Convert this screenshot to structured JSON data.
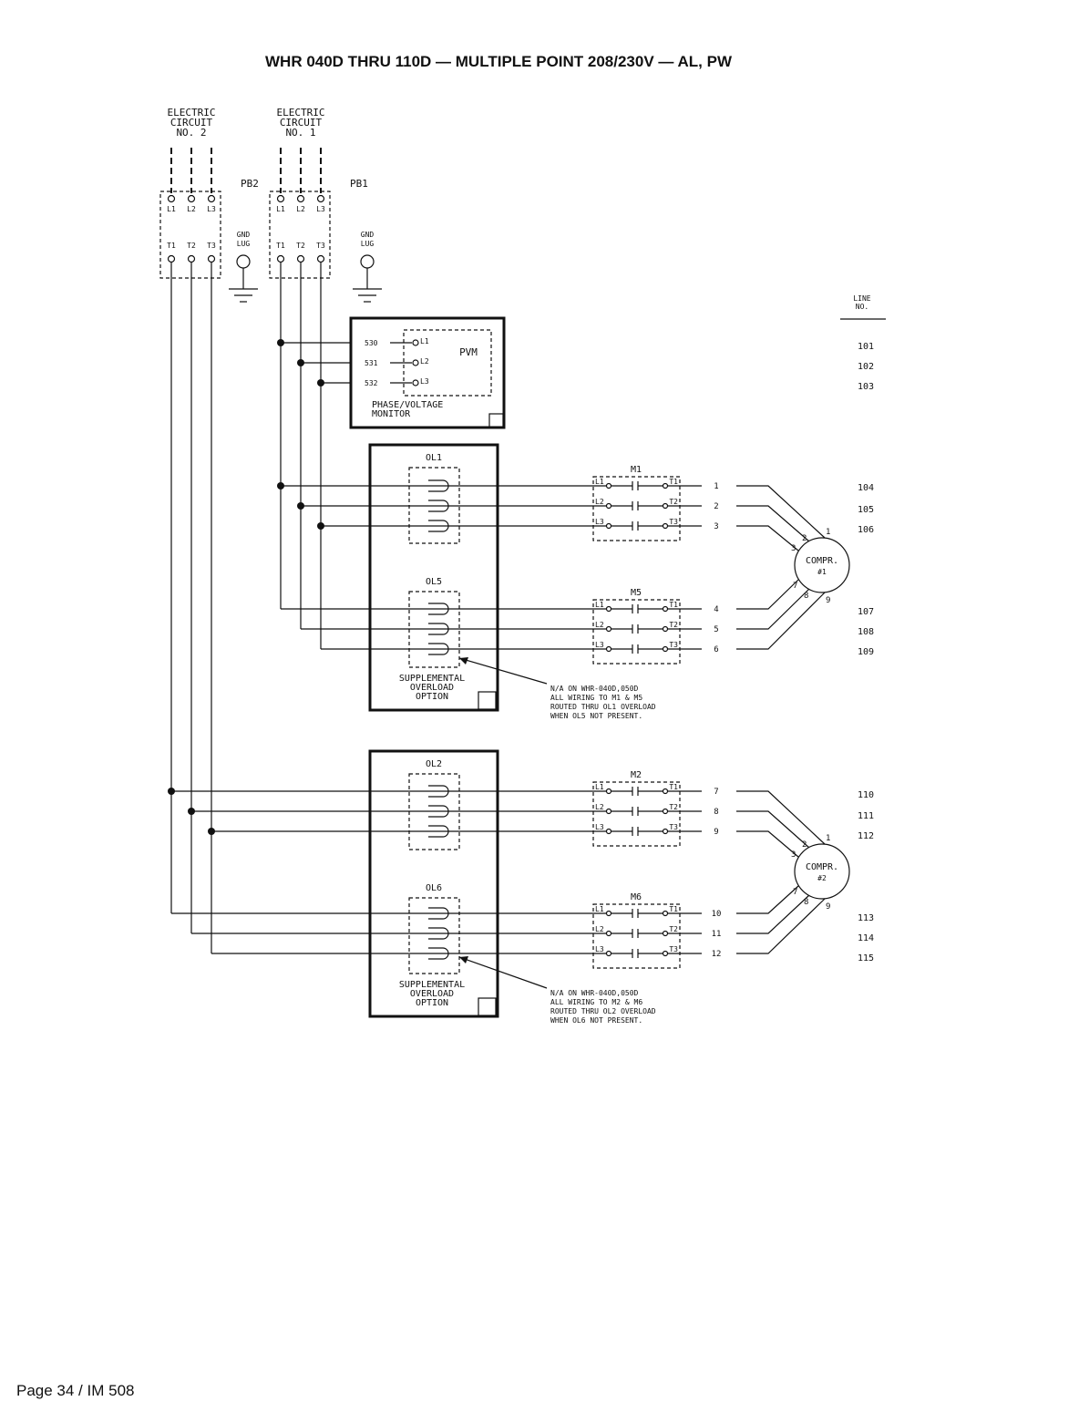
{
  "title": "WHR 040D THRU 110D — MULTIPLE POINT 208/230V — AL, PW",
  "footer": "Page 34 / IM 508",
  "circuits": [
    {
      "label_lines": [
        "ELECTRIC",
        "CIRCUIT",
        "NO. 2"
      ],
      "block": "PB2"
    },
    {
      "label_lines": [
        "ELECTRIC",
        "CIRCUIT",
        "NO. 1"
      ],
      "block": "PB1"
    }
  ],
  "terminals": {
    "line": [
      "L1",
      "L2",
      "L3"
    ],
    "load": [
      "T1",
      "T2",
      "T3"
    ]
  },
  "gnd_lug": [
    "GND",
    "LUG"
  ],
  "pvm": {
    "abbr": "PVM",
    "label_lines": [
      "PHASE/VOLTAGE",
      "MONITOR"
    ],
    "wires": [
      "530",
      "531",
      "532"
    ],
    "inputs": [
      "L1",
      "L2",
      "L3"
    ]
  },
  "overloads": {
    "top": {
      "primary": "OL1",
      "supplemental": "OL5"
    },
    "bottom": {
      "primary": "OL2",
      "supplemental": "OL6"
    },
    "option_lines": [
      "SUPPLEMENTAL",
      "OVERLOAD",
      "OPTION"
    ]
  },
  "contactors": [
    "M1",
    "M5",
    "M2",
    "M6"
  ],
  "wire_numbers": [
    "1",
    "2",
    "3",
    "4",
    "5",
    "6",
    "7",
    "8",
    "9",
    "10",
    "11",
    "12"
  ],
  "compressors": [
    {
      "lines": [
        "COMPR.",
        "#1"
      ],
      "terminals": [
        "1",
        "2",
        "3",
        "7",
        "8",
        "9"
      ]
    },
    {
      "lines": [
        "COMPR.",
        "#2"
      ],
      "terminals": [
        "1",
        "2",
        "3",
        "7",
        "8",
        "9"
      ]
    }
  ],
  "notes": [
    [
      "N/A ON WHR-040D,050D",
      "ALL WIRING TO M1 & M5",
      "ROUTED THRU OL1 OVERLOAD",
      "WHEN OL5 NOT PRESENT."
    ],
    [
      "N/A ON WHR-040D,050D",
      "ALL WIRING TO M2 & M6",
      "ROUTED THRU OL2 OVERLOAD",
      "WHEN OL6 NOT PRESENT."
    ]
  ],
  "line_no_header": [
    "LINE",
    "NO."
  ],
  "line_numbers": [
    "101",
    "102",
    "103",
    "104",
    "105",
    "106",
    "107",
    "108",
    "109",
    "110",
    "111",
    "112",
    "113",
    "114",
    "115"
  ]
}
